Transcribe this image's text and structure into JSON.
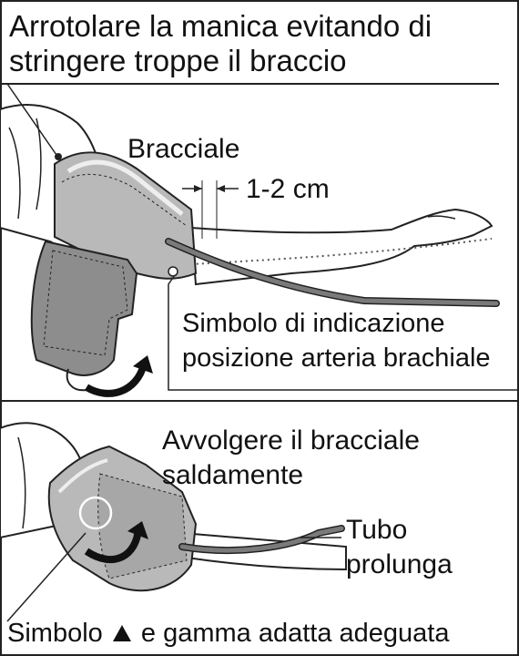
{
  "top_instruction": {
    "line1": "Arrotolare la manica evitando di",
    "line2": "stringere troppe il braccio"
  },
  "labels": {
    "cuff": "Bracciale",
    "gap": "1-2 cm",
    "artery_symbol_line1": "Simbolo di indicazione",
    "artery_symbol_line2": "posizione arteria brachiale",
    "wrap_line1": "Avvolgere il bracciale",
    "wrap_line2": "saldamente",
    "tube_line1": "Tubo",
    "tube_line2": "prolunga",
    "bottom_prefix": "Simbolo",
    "bottom_suffix": "e gamma adatta adeguata"
  },
  "icons": {
    "triangle": "triangle-icon",
    "arrow": "curved-arrow-icon"
  },
  "colors": {
    "cuff_fill": "#b9b9b9",
    "cuff_dark": "#8d8d8d",
    "line": "#222222",
    "tube": "#7a7a7a"
  }
}
